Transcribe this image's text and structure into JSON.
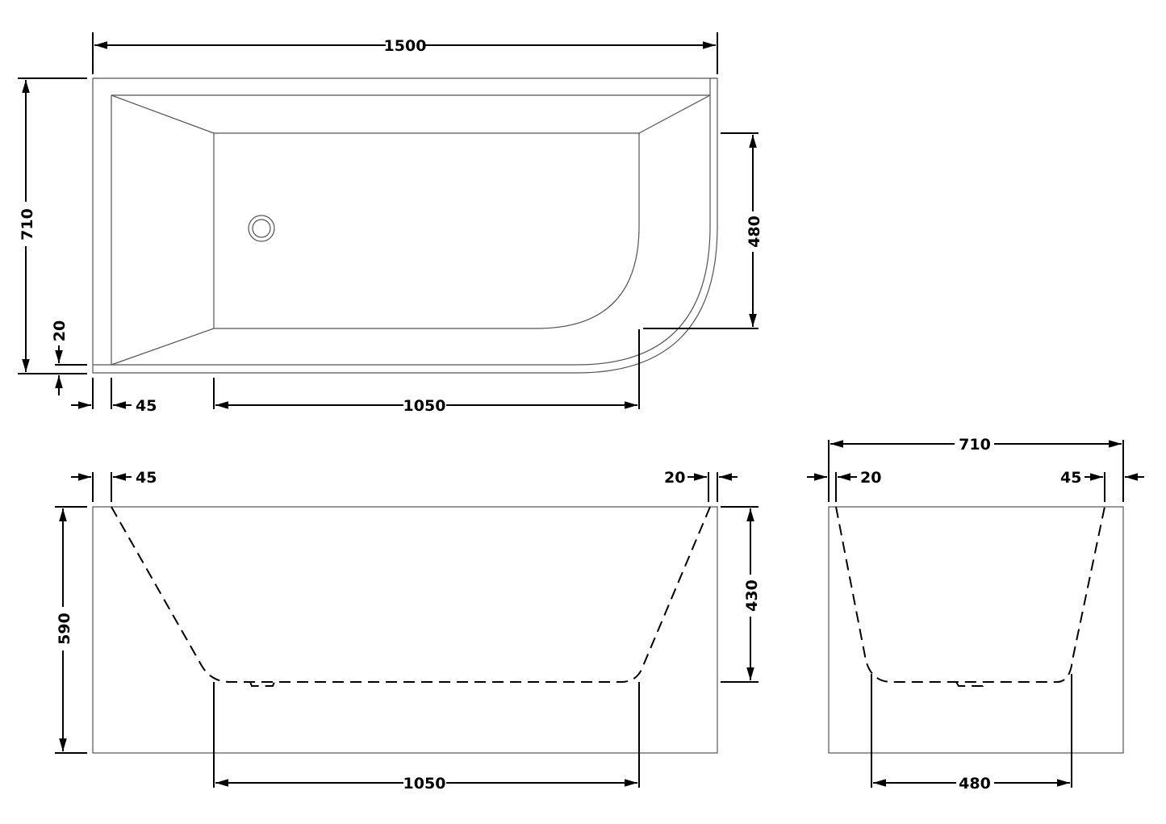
{
  "plan_view": {
    "overall_length": "1500",
    "overall_width": "710",
    "rim_front": "20",
    "rim_left": "45",
    "basin_length": "1050",
    "basin_width": "480"
  },
  "front_elevation": {
    "rim_left": "45",
    "rim_right": "20",
    "overall_height": "590",
    "basin_depth": "430",
    "base_length": "1050"
  },
  "side_elevation": {
    "overall_width": "710",
    "rim_left": "20",
    "rim_right": "45",
    "base_width": "480"
  }
}
